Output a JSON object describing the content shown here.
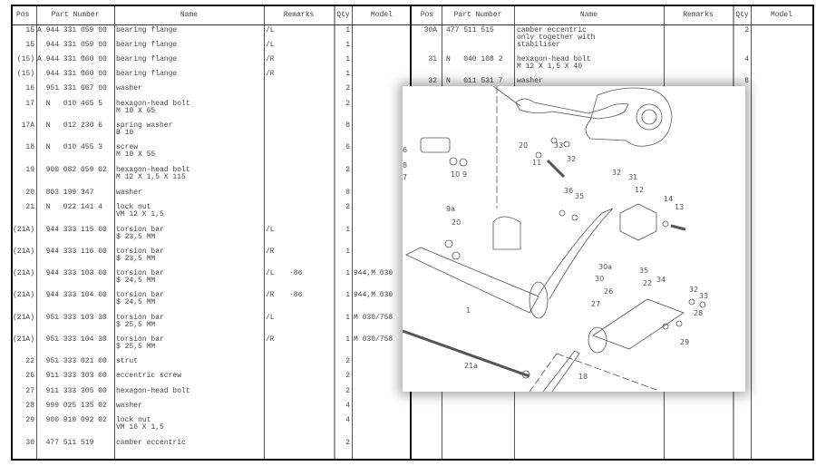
{
  "headers": {
    "pos": "Pos",
    "part": "Part Number",
    "name": "Name",
    "remarks": "Remarks",
    "qty": "Qty",
    "model": "Model"
  },
  "left_rows": [
    {
      "pos": "15",
      "part": "A 944 331 059 00",
      "name": "bearing flange",
      "sub": "",
      "rem": "/L",
      "rem2": "",
      "qty": "1",
      "model": ""
    },
    {
      "pos": "15",
      "part": "  944 331 059 00",
      "name": "bearing flange",
      "sub": "",
      "rem": "/L",
      "rem2": "",
      "qty": "1",
      "model": ""
    },
    {
      "pos": "(15)",
      "part": "A 944 331 060 00",
      "name": "bearing flange",
      "sub": "",
      "rem": "/R",
      "rem2": "",
      "qty": "1",
      "model": ""
    },
    {
      "pos": "(15)",
      "part": "  944 331 060 00",
      "name": "bearing flange",
      "sub": "",
      "rem": "/R",
      "rem2": "",
      "qty": "1",
      "model": ""
    },
    {
      "pos": "16",
      "part": "  951 331 667 00",
      "name": "washer",
      "sub": "",
      "rem": "",
      "rem2": "",
      "qty": "2",
      "model": ""
    },
    {
      "pos": "17",
      "part": "  N   010 465 5",
      "name": "hexagon-head bolt",
      "sub": "M 10 X 65",
      "rem": "",
      "rem2": "",
      "qty": "2",
      "model": ""
    },
    {
      "pos": "17A",
      "part": "  N   012 230 6",
      "name": "spring washer",
      "sub": "B 10",
      "rem": "",
      "rem2": "",
      "qty": "8",
      "model": ""
    },
    {
      "pos": "18",
      "part": "  N   010 455 3",
      "name": "screw",
      "sub": "M 10 X 55",
      "rem": "",
      "rem2": "",
      "qty": "6",
      "model": ""
    },
    {
      "pos": "19",
      "part": "  900 082 059 02",
      "name": "hexagon-head bolt",
      "sub": "M 12 X 1,5 X 115",
      "rem": "",
      "rem2": "",
      "qty": "2",
      "model": ""
    },
    {
      "pos": "20",
      "part": "  803 199 347",
      "name": "washer",
      "sub": "",
      "rem": "",
      "rem2": "",
      "qty": "8",
      "model": ""
    },
    {
      "pos": "21",
      "part": "  N   022 141 4",
      "name": "lock nut",
      "sub": "VM 12 X 1,5",
      "rem": "",
      "rem2": "",
      "qty": "2",
      "model": ""
    },
    {
      "pos": "(21A)",
      "part": "  944 333 115 00",
      "name": "torsion bar",
      "sub": "$ 23,5 MM",
      "rem": "/L",
      "rem2": "",
      "qty": "1",
      "model": ""
    },
    {
      "pos": "(21A)",
      "part": "  944 333 116 00",
      "name": "torsion bar",
      "sub": "$ 23,5 MM",
      "rem": "/R",
      "rem2": "",
      "qty": "1",
      "model": ""
    },
    {
      "pos": "(21A)",
      "part": "  944 333 103 00",
      "name": "torsion bar",
      "sub": "$ 24,5 MM",
      "rem": "/L",
      "rem2": "-86",
      "qty": "1",
      "model": "944,M 030"
    },
    {
      "pos": "(21A)",
      "part": "  944 333 104 00",
      "name": "torsion bar",
      "sub": "$ 24,5 MM",
      "rem": "/R",
      "rem2": "-86",
      "qty": "1",
      "model": "944,M 030"
    },
    {
      "pos": "(21A)",
      "part": "  951 333 103 30",
      "name": "torsion bar",
      "sub": "$ 25,5 MM",
      "rem": "/L",
      "rem2": "",
      "qty": "1",
      "model": "M 030/758"
    },
    {
      "pos": "(21A)",
      "part": "  951 333 104 30",
      "name": "torsion bar",
      "sub": "$ 25,5 MM",
      "rem": "/R",
      "rem2": "",
      "qty": "1",
      "model": "M 030/758"
    },
    {
      "pos": "22",
      "part": "  951 333 021 00",
      "name": "strut",
      "sub": "",
      "rem": "",
      "rem2": "",
      "qty": "2",
      "model": ""
    },
    {
      "pos": "26",
      "part": "  911 333 303 00",
      "name": "eccentric screw",
      "sub": "",
      "rem": "",
      "rem2": "",
      "qty": "2",
      "model": ""
    },
    {
      "pos": "27",
      "part": "  911 333 305 00",
      "name": "hexagon-head bolt",
      "sub": "",
      "rem": "",
      "rem2": "",
      "qty": "2",
      "model": ""
    },
    {
      "pos": "28",
      "part": "  999 025 135 02",
      "name": "washer",
      "sub": "",
      "rem": "",
      "rem2": "",
      "qty": "4",
      "model": ""
    },
    {
      "pos": "29",
      "part": "  900 910 092 02",
      "name": "lock nut",
      "sub": "VM 16 X 1,5",
      "rem": "",
      "rem2": "",
      "qty": "4",
      "model": ""
    },
    {
      "pos": "30",
      "part": "  477 511 519",
      "name": "camber eccentric",
      "sub": "",
      "rem": "",
      "rem2": "",
      "qty": "2",
      "model": ""
    }
  ],
  "right_rows": [
    {
      "pos": "30A",
      "part": "477 511 515",
      "name": "camber eccentric",
      "sub": "only together with",
      "sub2": "stabiliser",
      "qty": "2"
    },
    {
      "pos": "31",
      "part": "N   040 108 2",
      "name": "hexagon-head bolt",
      "sub": "M 12 X 1,5 X 40",
      "sub2": "",
      "qty": "4"
    },
    {
      "pos": "32",
      "part": "N   011 531 7",
      "name": "washer",
      "sub": "",
      "sub2": "",
      "qty": "8"
    }
  ],
  "diagram_callouts": [
    "20",
    "33",
    "32",
    "11",
    "31",
    "32",
    "12",
    "14",
    "13",
    "36",
    "35",
    "9a",
    "20",
    "10",
    "9",
    "30a",
    "30",
    "35",
    "34",
    "22",
    "32",
    "33",
    "26",
    "27",
    "28",
    "29",
    "1",
    "21a",
    "18",
    "6",
    "8",
    "7"
  ]
}
